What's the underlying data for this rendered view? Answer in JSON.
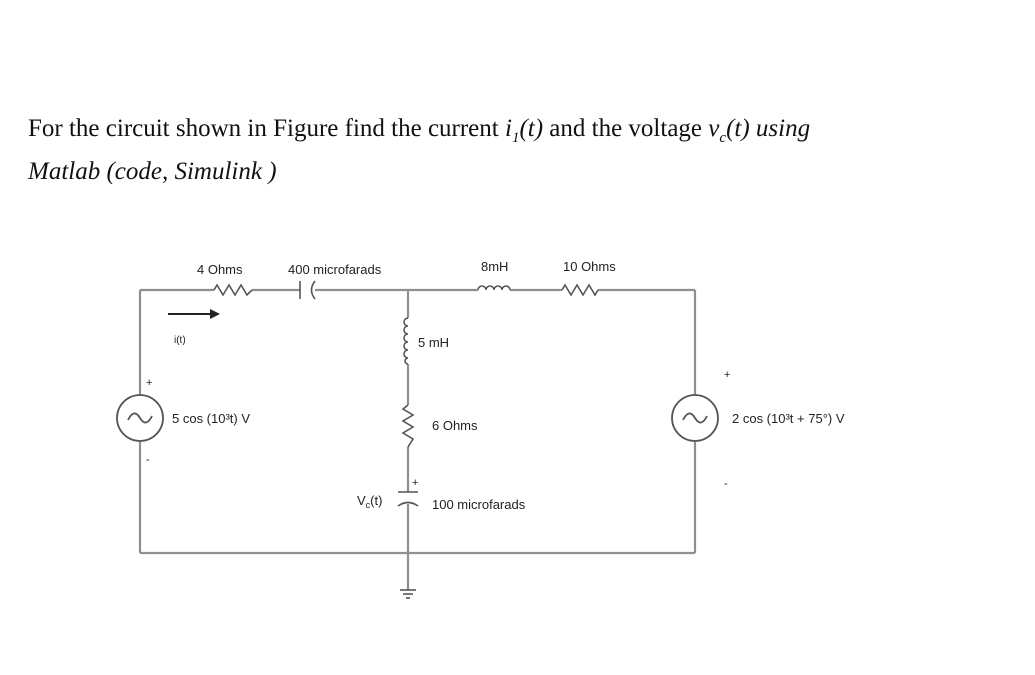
{
  "question": {
    "line1_pre": "For the circuit shown in Figure find the current ",
    "i_var": "i",
    "i_sub": "1",
    "i_arg": "(t)",
    "mid": " and the voltage ",
    "v_var": "v",
    "v_sub": "c",
    "v_arg": "(t) using",
    "line2": "Matlab (code, Simulink )"
  },
  "circuit": {
    "r1_label": "4 Ohms",
    "c1_label": "400 microfarads",
    "l1_label": "8mH",
    "r2_label": "10 Ohms",
    "l2_label": "5 mH",
    "r3_label": "6 Ohms",
    "c2_label": "100 microfarads",
    "vs1_label": "5 cos (10³t) V",
    "vs2_label": "2 cos (10³t + 75°) V",
    "current_label": "i(t)",
    "vc_label": "V",
    "vc_sub": "c",
    "vc_arg": "(t)",
    "plus": "+",
    "minus": "-"
  },
  "colors": {
    "wire": "#8f8f8f",
    "component": "#555555",
    "text": "#111111"
  }
}
